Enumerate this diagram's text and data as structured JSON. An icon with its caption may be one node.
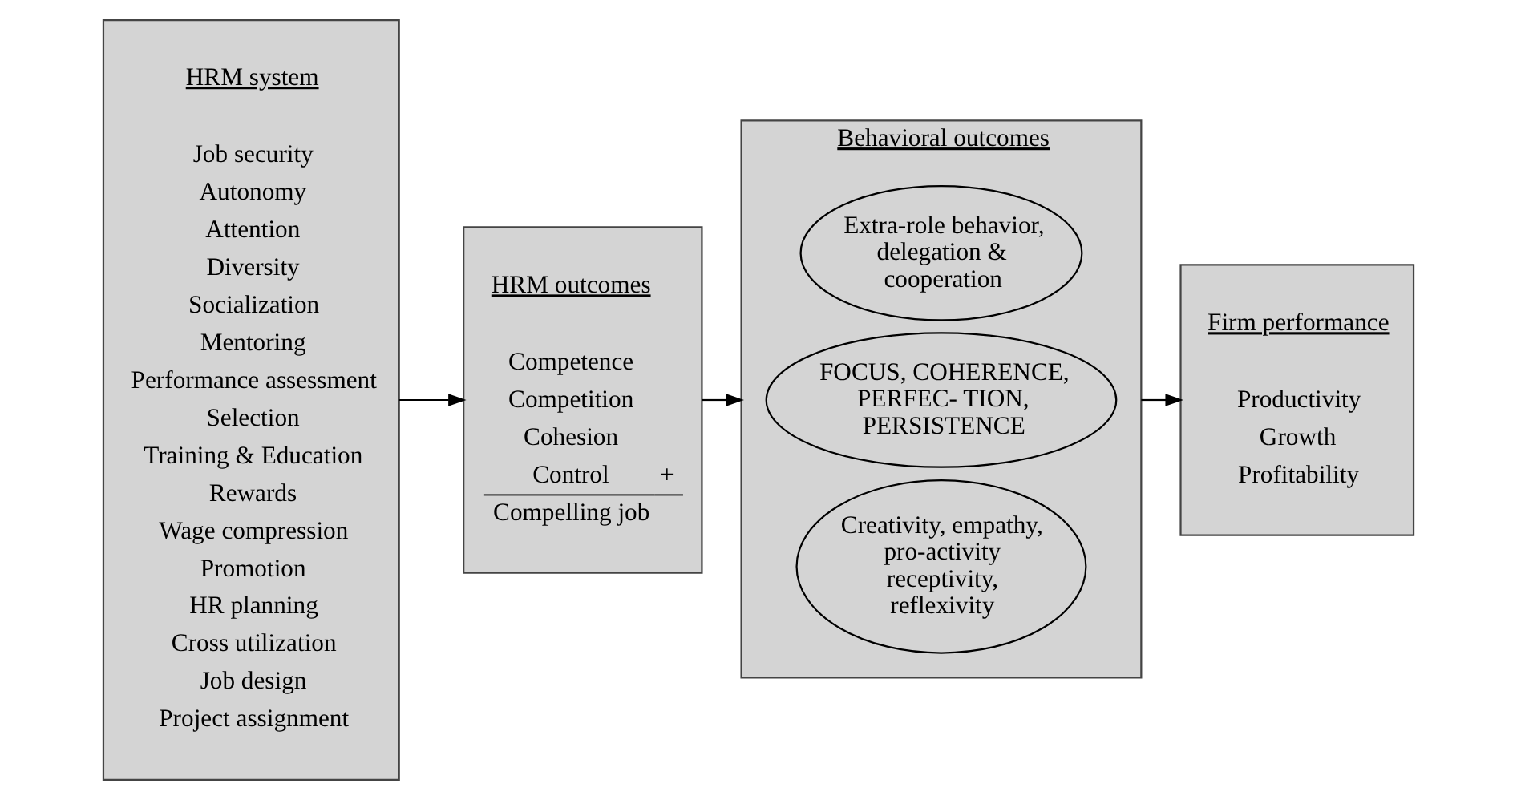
{
  "diagram": {
    "nodes": [
      {
        "text": [
          "HRM system",
          "Job security",
          "Autonomy",
          "Attention",
          "Diversity",
          "Socialization",
          "Mentoring",
          "Performance assessment",
          "Selection",
          "Training & Education",
          "Rewards",
          "Wage compression",
          "Promotion",
          "HR planning",
          "Cross utilization",
          "Job design",
          "Project assignment"
        ]
      },
      {
        "text": [
          "HRM outcomes",
          "Competence",
          "Competition",
          "Cohesion",
          "Control",
          "+",
          "Compelling job"
        ]
      },
      {
        "text": [
          "Behavioral outcomes"
        ]
      },
      {
        "text": [
          "Creativity, empathy, pro-activity receptivity, reflexivity"
        ],
        "in": 2
      },
      {
        "text": [
          "FOCUS, COHERENCE, PERFEC- TION, PERSISTENCE"
        ],
        "in": 2
      },
      {
        "text": [
          "Extra-role behavior, delegation & cooperation"
        ],
        "in": 2
      },
      {
        "text": [
          "Firm performance",
          "Productivity",
          "Growth",
          "Profitability"
        ]
      }
    ],
    "edges": [
      {
        "from": 0,
        "to": 1,
        "arrow": "to"
      },
      {
        "from": 1,
        "to": 2,
        "arrow": "to"
      },
      {
        "from": 2,
        "to": 6,
        "arrow": "to"
      }
    ]
  }
}
